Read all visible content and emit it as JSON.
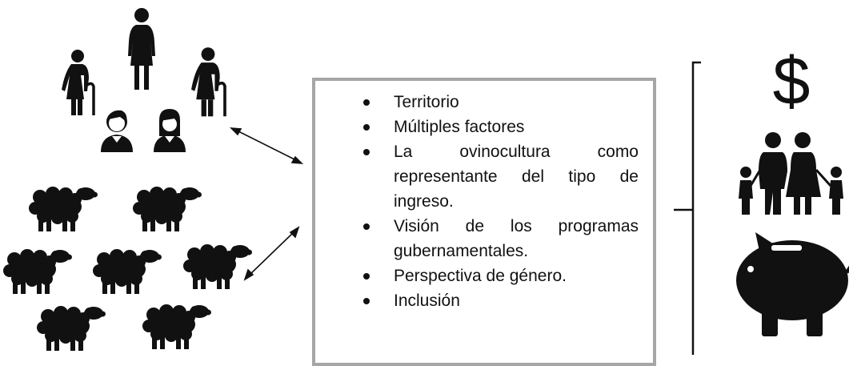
{
  "factors": {
    "items": [
      "Territorio",
      "Múltiples factores",
      "La ovinocultura como representante del tipo de ingreso.",
      "Visión de los programas gubernamentales.",
      "Perspectiva de género.",
      "Inclusión"
    ]
  },
  "outcomes": {
    "currency_symbol": "$"
  },
  "icons": {
    "people": [
      "elderly-woman-with-cane-icon",
      "woman-icon",
      "elderly-man-with-cane-icon",
      "boy-icon",
      "girl-icon"
    ],
    "livestock": "sheep-icon",
    "outcomes": [
      "dollar-sign-icon",
      "family-icon",
      "piggy-bank-icon"
    ]
  },
  "colors": {
    "icon": "#111111",
    "box_border": "#a6a6a6",
    "text": "#111111"
  }
}
